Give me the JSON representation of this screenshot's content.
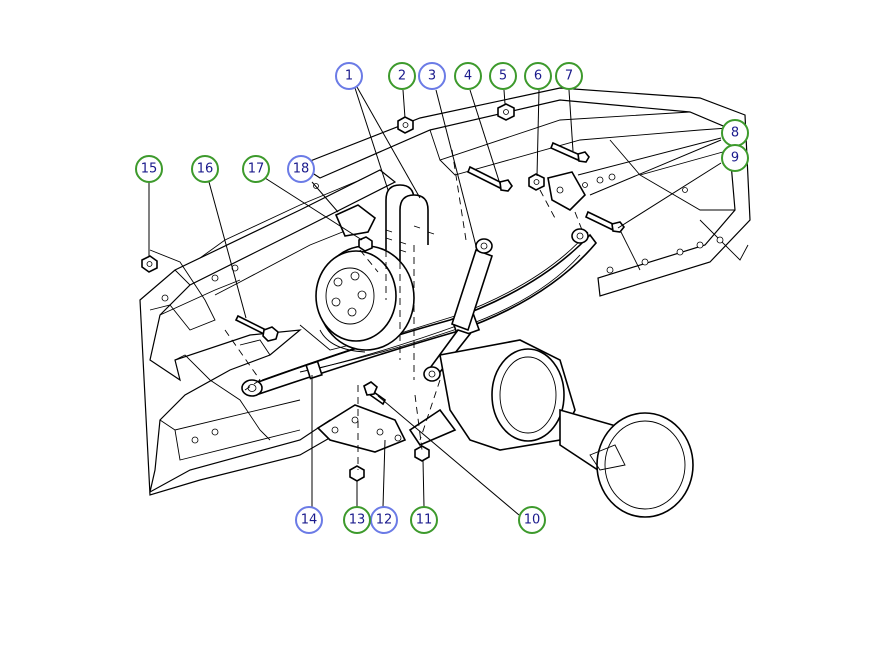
{
  "colors": {
    "new_part_ring": "#3d9a2c",
    "reference_ring": "#6b7be6",
    "number_text": "#1a1a8c"
  },
  "callouts": [
    {
      "label": "1",
      "kind": "reference"
    },
    {
      "label": "2",
      "kind": "new_part"
    },
    {
      "label": "3",
      "kind": "reference"
    },
    {
      "label": "4",
      "kind": "new_part"
    },
    {
      "label": "5",
      "kind": "new_part"
    },
    {
      "label": "6",
      "kind": "new_part"
    },
    {
      "label": "7",
      "kind": "new_part"
    },
    {
      "label": "8",
      "kind": "new_part"
    },
    {
      "label": "9",
      "kind": "new_part"
    },
    {
      "label": "10",
      "kind": "new_part"
    },
    {
      "label": "11",
      "kind": "new_part"
    },
    {
      "label": "12",
      "kind": "reference"
    },
    {
      "label": "13",
      "kind": "new_part"
    },
    {
      "label": "14",
      "kind": "reference"
    },
    {
      "label": "15",
      "kind": "new_part"
    },
    {
      "label": "16",
      "kind": "new_part"
    },
    {
      "label": "17",
      "kind": "new_part"
    },
    {
      "label": "18",
      "kind": "reference"
    }
  ]
}
